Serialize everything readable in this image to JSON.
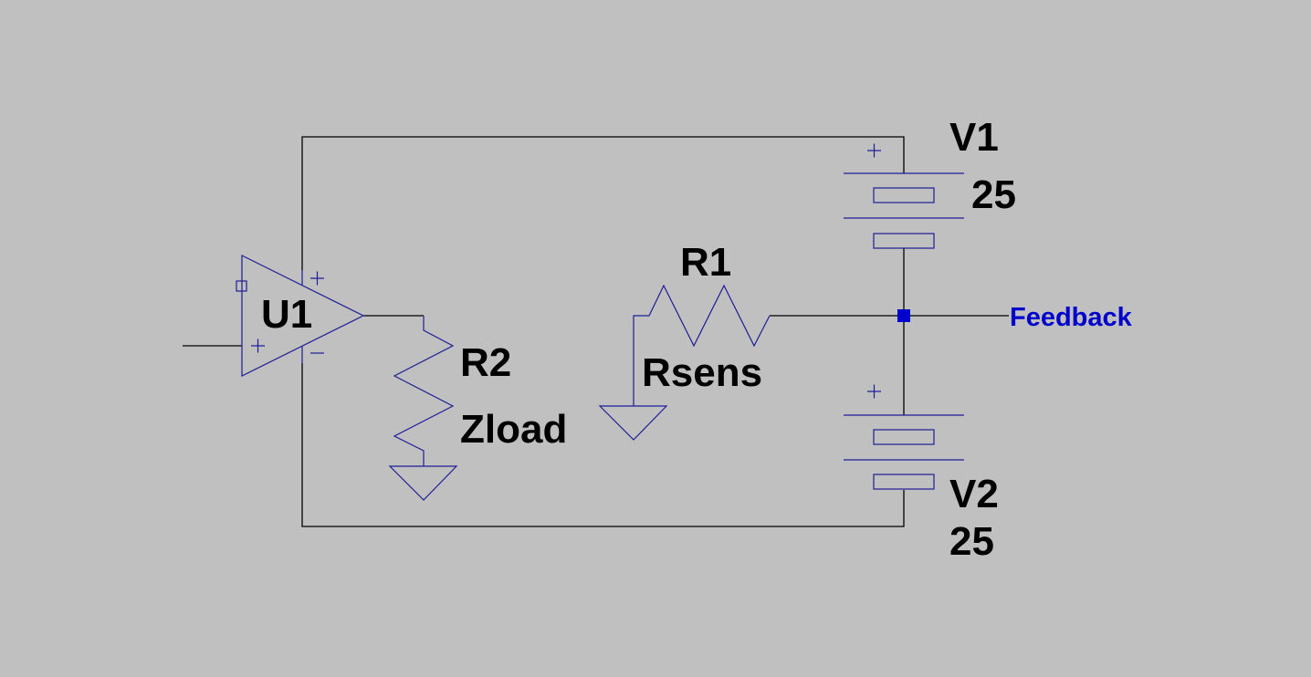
{
  "colors": {
    "background": "#c0c0c0",
    "wire": "#000000",
    "symbol": "#1e1e96",
    "net_label": "#0000cc"
  },
  "components": {
    "opamp": {
      "ref": "U1"
    },
    "load": {
      "ref": "R2",
      "value": "Zload"
    },
    "sense": {
      "ref": "R1",
      "value": "Rsens"
    },
    "supply1": {
      "ref": "V1",
      "value": "25"
    },
    "supply2": {
      "ref": "V2",
      "value": "25"
    }
  },
  "net_labels": {
    "feedback": "Feedback"
  }
}
